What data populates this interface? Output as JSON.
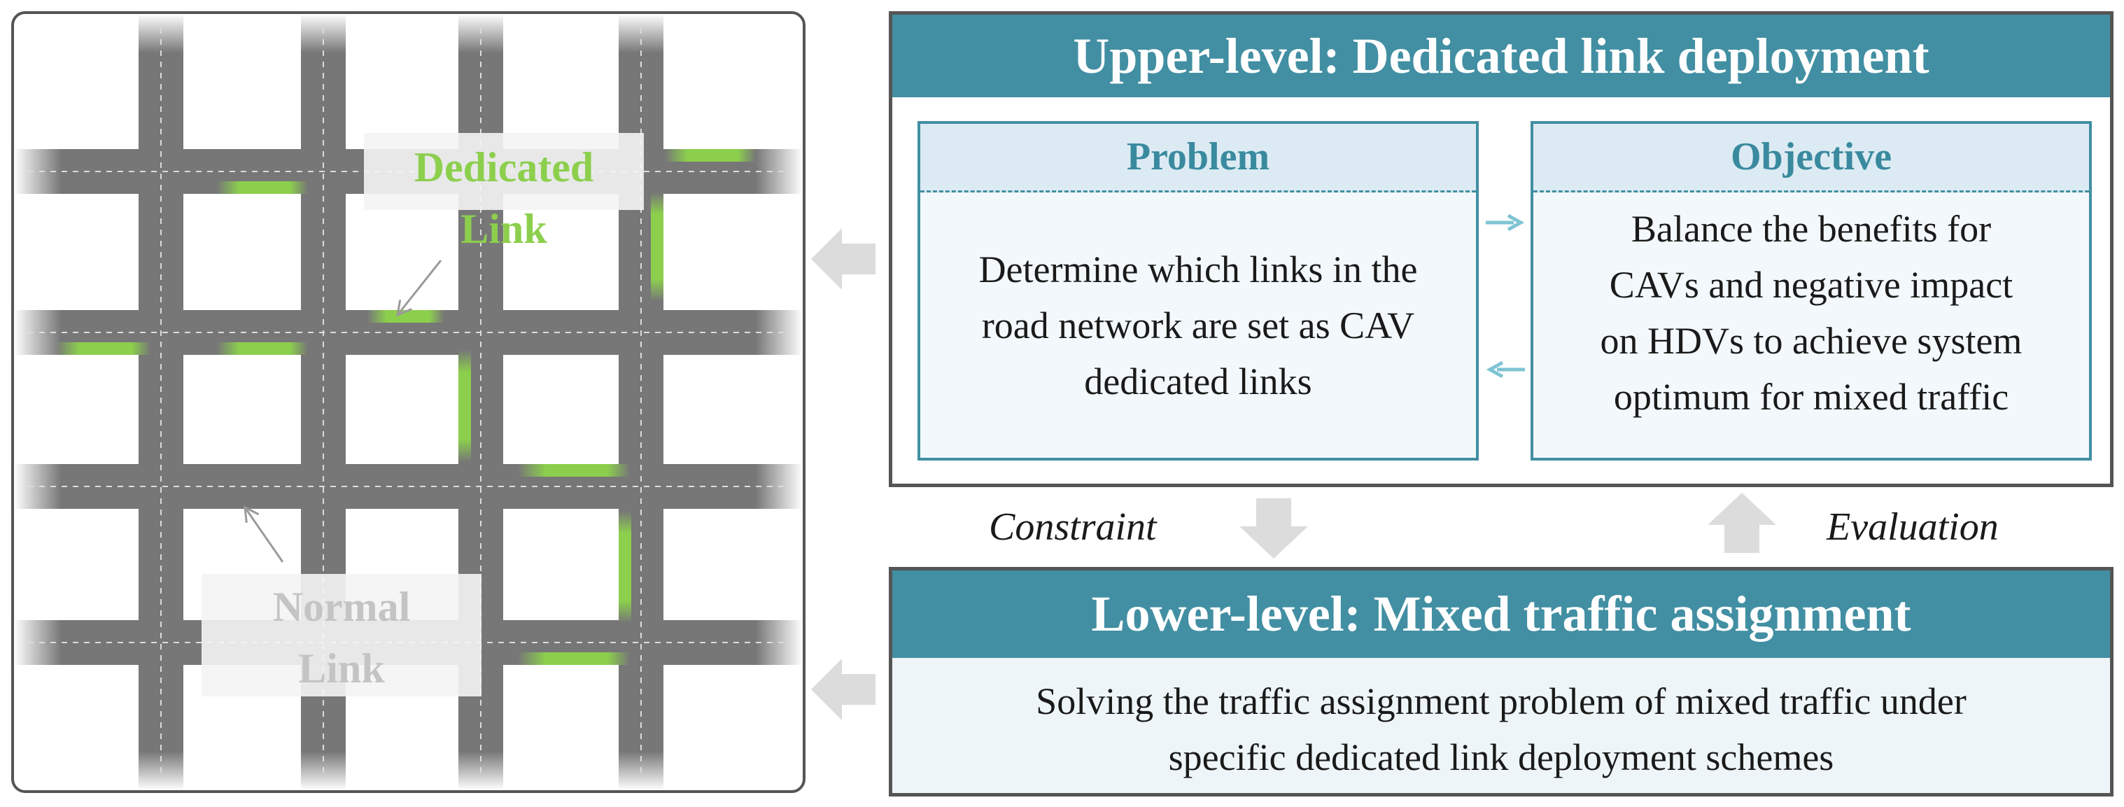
{
  "network": {
    "dedicated_label_line1": "Dedicated",
    "dedicated_label_line2": "Link",
    "normal_label_line1": "Normal",
    "normal_label_line2": "Link"
  },
  "upper": {
    "title": "Upper-level: Dedicated link deployment",
    "problem": {
      "title": "Problem",
      "lines": [
        "Determine which links in the",
        "road network are set as CAV",
        "dedicated links"
      ]
    },
    "objective": {
      "title": "Objective",
      "lines": [
        "Balance the benefits for",
        "CAVs and negative impact",
        "on HDVs  to achieve system",
        "optimum for mixed traffic"
      ]
    }
  },
  "flow": {
    "constraint": "Constraint",
    "evaluation": "Evaluation"
  },
  "lower": {
    "title": "Lower-level: Mixed traffic assignment",
    "lines": [
      "Solving the traffic assignment problem of mixed traffic under",
      "specific dedicated link deployment schemes"
    ]
  },
  "colors": {
    "road": "#777777",
    "dedicated": "#8ccf4d",
    "header": "#428fa3",
    "subheader_text": "#3a8a9f",
    "arrow_gray": "#dcdcdc",
    "small_arrow": "#7fc4d4"
  }
}
